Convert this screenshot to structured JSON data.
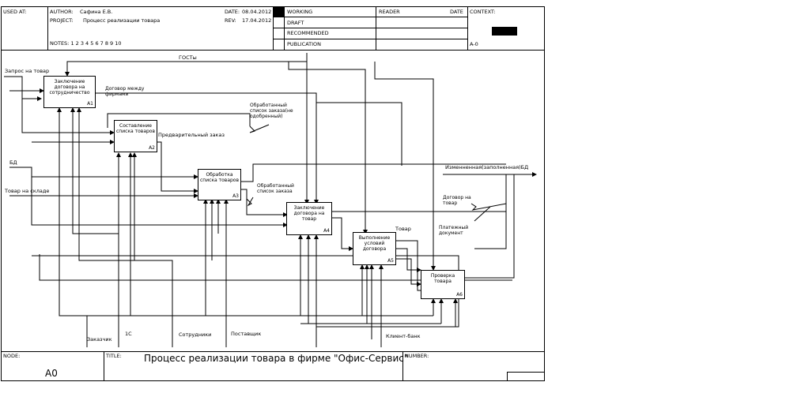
{
  "header": {
    "used_at": "USED AT:",
    "author_label": "AUTHOR:",
    "author": "Сафина Е.В.",
    "project_label": "PROJECT:",
    "project": "Процесс реализации товара",
    "date_label": "DATE:",
    "date": "08.04.2012",
    "rev_label": "REV:",
    "rev": "17.04.2012",
    "notes": "NOTES:  1  2  3  4  5  6  7  8  9  10",
    "status": [
      "WORKING",
      "DRAFT",
      "RECOMMENDED",
      "PUBLICATION"
    ],
    "reader": "READER",
    "reader_date": "DATE",
    "context": "CONTEXT:",
    "node_ref": "A-0"
  },
  "footer": {
    "node_label": "NODE:",
    "node": "A0",
    "title_label": "TITLE:",
    "title": "Процесс реализации товара в фирме \"Офис-Сервис\"",
    "number_label": "NUMBER:"
  },
  "activities": [
    {
      "id": "a1",
      "label": "Заключение договора на сотрудничество",
      "num": "A1"
    },
    {
      "id": "a2",
      "label": "Составление списка товаров",
      "num": "A2"
    },
    {
      "id": "a3",
      "label": "Обработка списка товаров",
      "num": "A3"
    },
    {
      "id": "a4",
      "label": "Заключение договора на товар",
      "num": "A4"
    },
    {
      "id": "a5",
      "label": "Выполнение условий договора",
      "num": "A5"
    },
    {
      "id": "a6",
      "label": "Проверка товара",
      "num": "A6"
    }
  ],
  "arrows": {
    "gosty": "ГОСТы",
    "zapros": "Запрос на товар",
    "dogovor_firm": "Договор между фирмами",
    "obr_spisok_ne": "Обработанный список заказа(не одобренный)",
    "predv_zakaz": "Предварительный заказ",
    "bd": "БД",
    "izm_bd": "Изменненная(заполненная)БД",
    "tovar_sklad": "Товар на складе",
    "obr_spisok": "Обработанный список заказа",
    "dogovor_tovar": "Договор на товар",
    "tovar": "Товар",
    "plat_doc": "Платежный документ",
    "zakazchik": "Заказчик",
    "onec": "1С",
    "sotrudniki": "Сотрудники",
    "postavshik": "Поставщик",
    "client_bank": "Клиент-банк"
  },
  "colors": {
    "line": "#000000",
    "background": "#ffffff"
  }
}
